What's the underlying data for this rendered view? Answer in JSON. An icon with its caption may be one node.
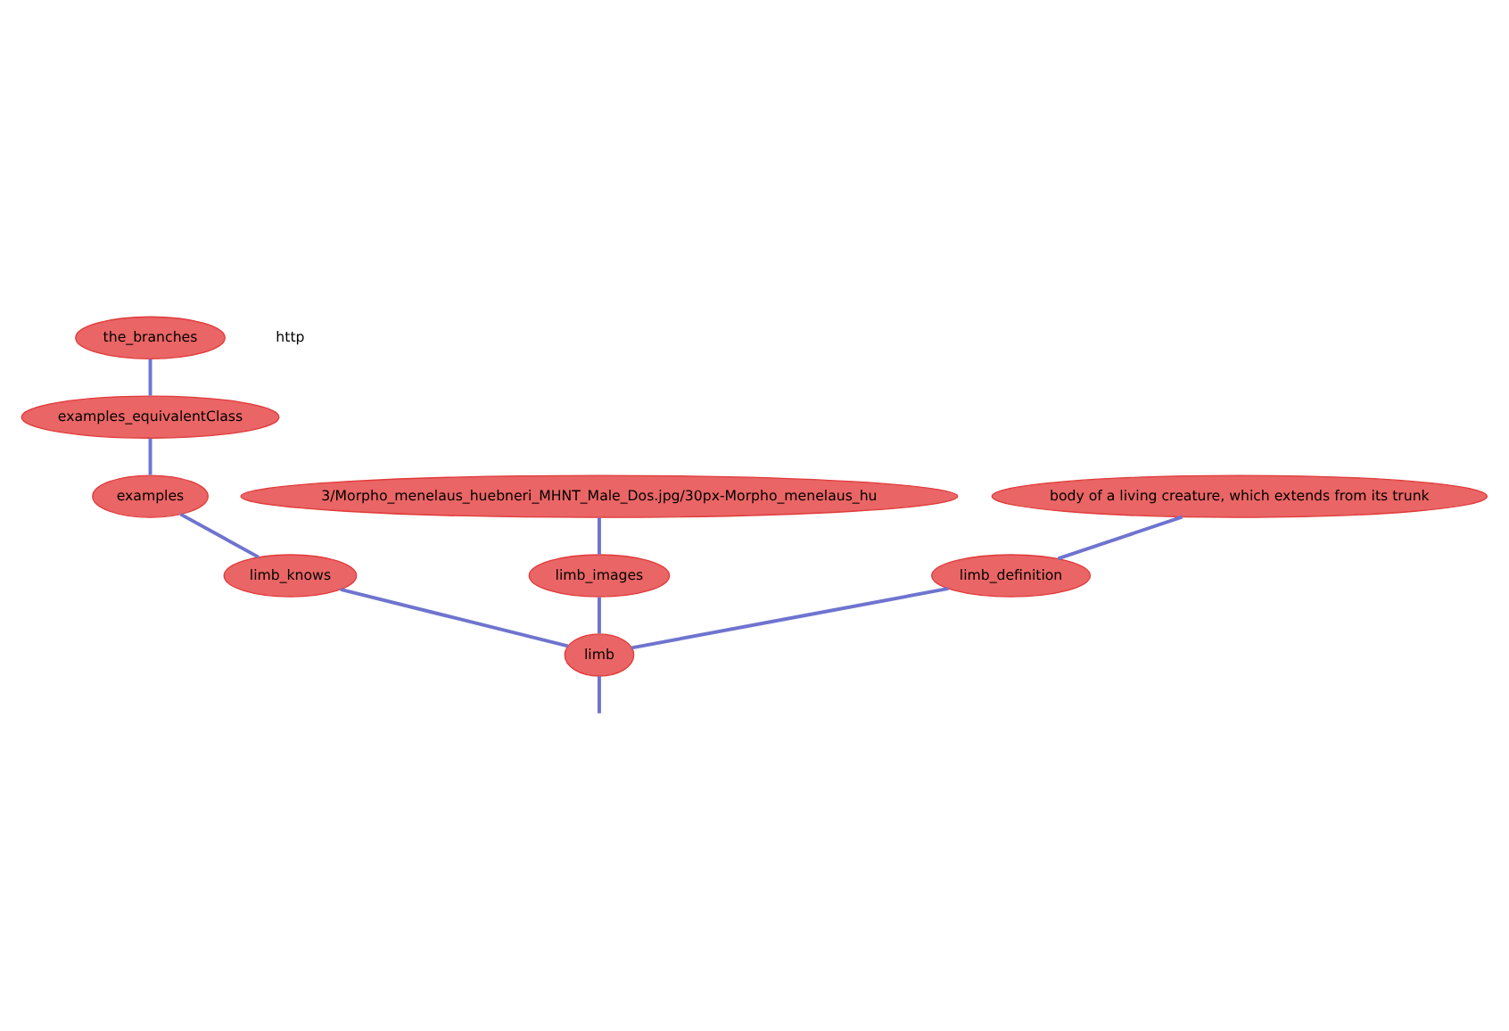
{
  "diagram": {
    "nodes": [
      {
        "text": [
          "the_branches"
        ]
      },
      {
        "text": [
          "examples_equivalentClass"
        ]
      },
      {
        "text": [
          "examples"
        ]
      },
      {
        "text": [
          "limb_knows"
        ]
      },
      {
        "text": [
          "3/Morpho_menelaus_huebneri_MHNT_Male_Dos.jpg/30px-Morpho_menelaus_hu"
        ]
      },
      {
        "text": [
          "limb_images"
        ]
      },
      {
        "text": [
          "body of a living creature, which extends from its trunk"
        ]
      },
      {
        "text": [
          "limb_definition"
        ]
      },
      {
        "text": [
          "limb"
        ]
      }
    ],
    "edges": [
      {
        "from": 0,
        "to": 1,
        "arrow": "none"
      },
      {
        "from": 1,
        "to": 2,
        "arrow": "none"
      },
      {
        "from": 2,
        "to": 3,
        "arrow": "none"
      },
      {
        "from": 3,
        "to": 8,
        "arrow": "none"
      },
      {
        "from": 4,
        "to": 5,
        "arrow": "none"
      },
      {
        "from": 5,
        "to": 8,
        "arrow": "none"
      },
      {
        "from": 6,
        "to": 7,
        "arrow": "none"
      },
      {
        "from": 7,
        "to": 8,
        "arrow": "none"
      },
      {
        "from": 8,
        "to": null,
        "arrow": "none"
      }
    ],
    "labels": [
      "http"
    ]
  }
}
